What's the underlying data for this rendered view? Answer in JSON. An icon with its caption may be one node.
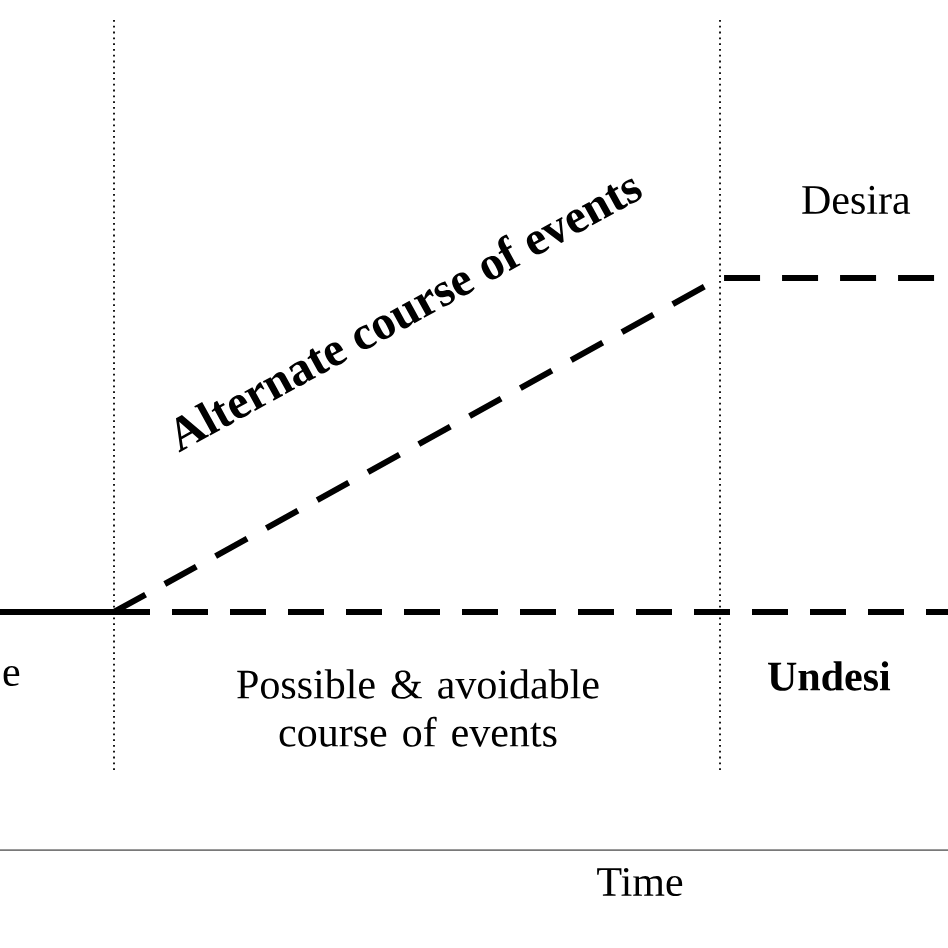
{
  "diagram": {
    "labels": [
      "Desira",
      "Alternate course of events",
      "e",
      "Possible & avoidable course of events",
      "Undesi",
      "Time"
    ]
  }
}
